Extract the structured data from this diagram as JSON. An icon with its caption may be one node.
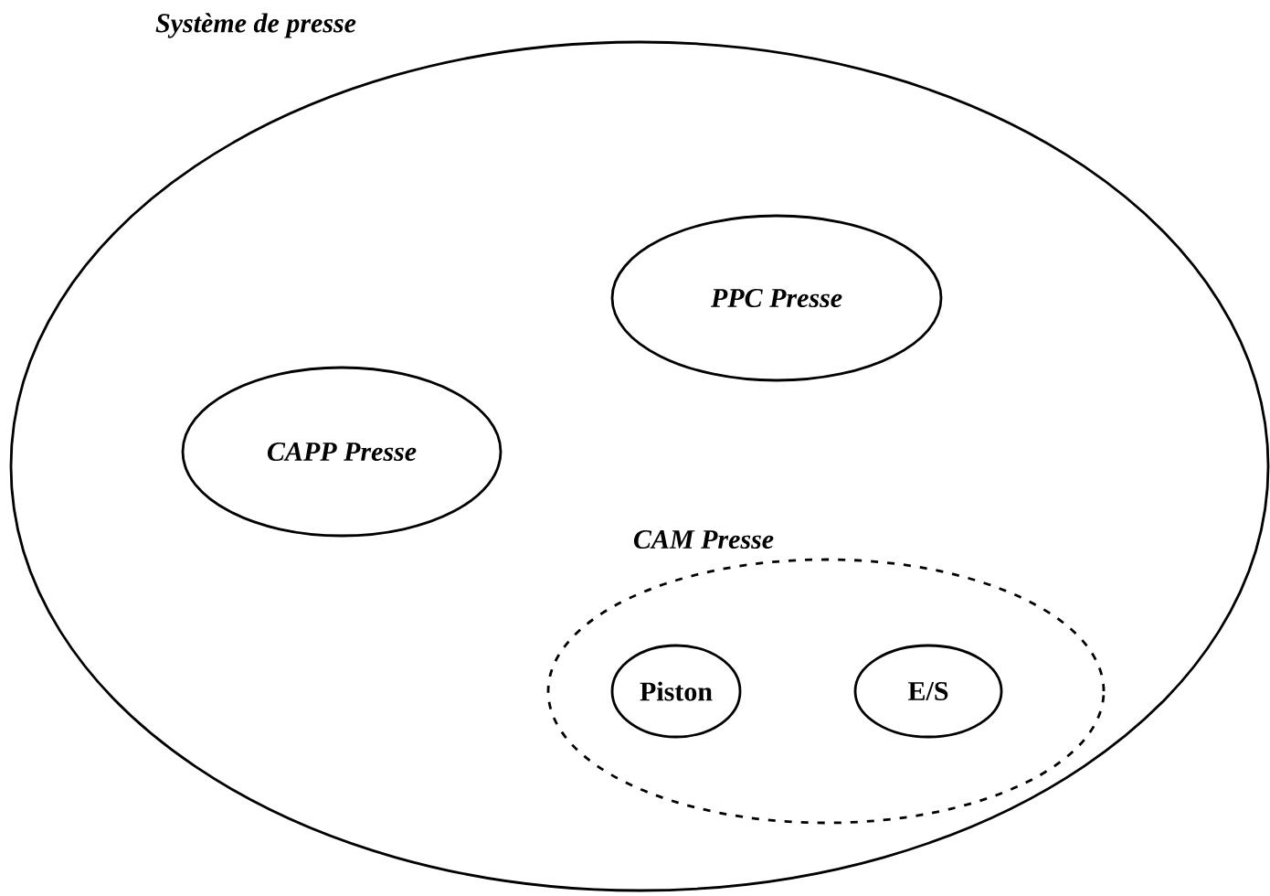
{
  "diagram": {
    "nodes": [
      {
        "text": [
          "Système de presse"
        ]
      },
      {
        "text": [
          "PPC Presse"
        ],
        "in": 0
      },
      {
        "text": [
          "CAPP Presse"
        ],
        "in": 0
      },
      {
        "text": [
          "CAM Presse"
        ],
        "in": 0
      },
      {
        "text": [
          "Piston"
        ],
        "in": 3
      },
      {
        "text": [
          "E/S"
        ],
        "in": 3
      }
    ],
    "edges": []
  }
}
